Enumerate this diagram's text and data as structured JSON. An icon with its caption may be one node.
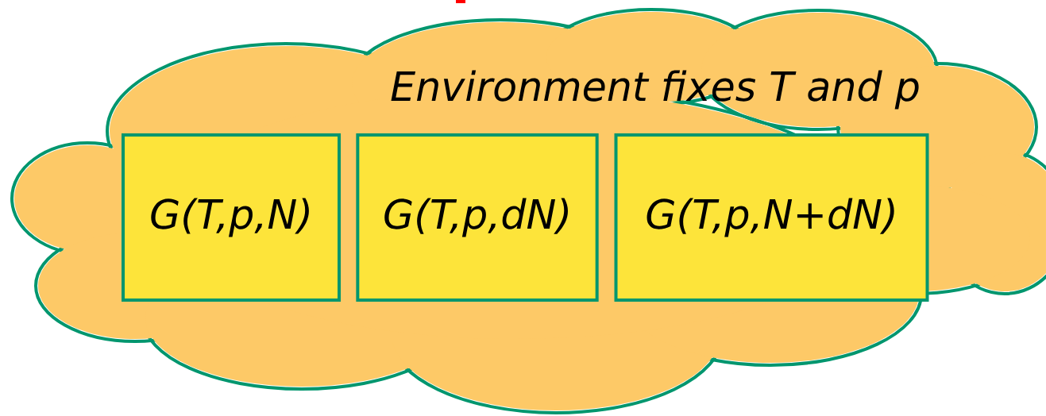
{
  "diagram": {
    "nodes": [
      {
        "text": [
          "Environment fixes T and p"
        ]
      },
      {
        "text": [
          "G(T,p,N)"
        ],
        "in": 0
      },
      {
        "text": [
          "G(T,p,dN)"
        ],
        "in": 0
      },
      {
        "text": [
          "G(T,p,N+dN)"
        ],
        "in": 0
      }
    ]
  }
}
